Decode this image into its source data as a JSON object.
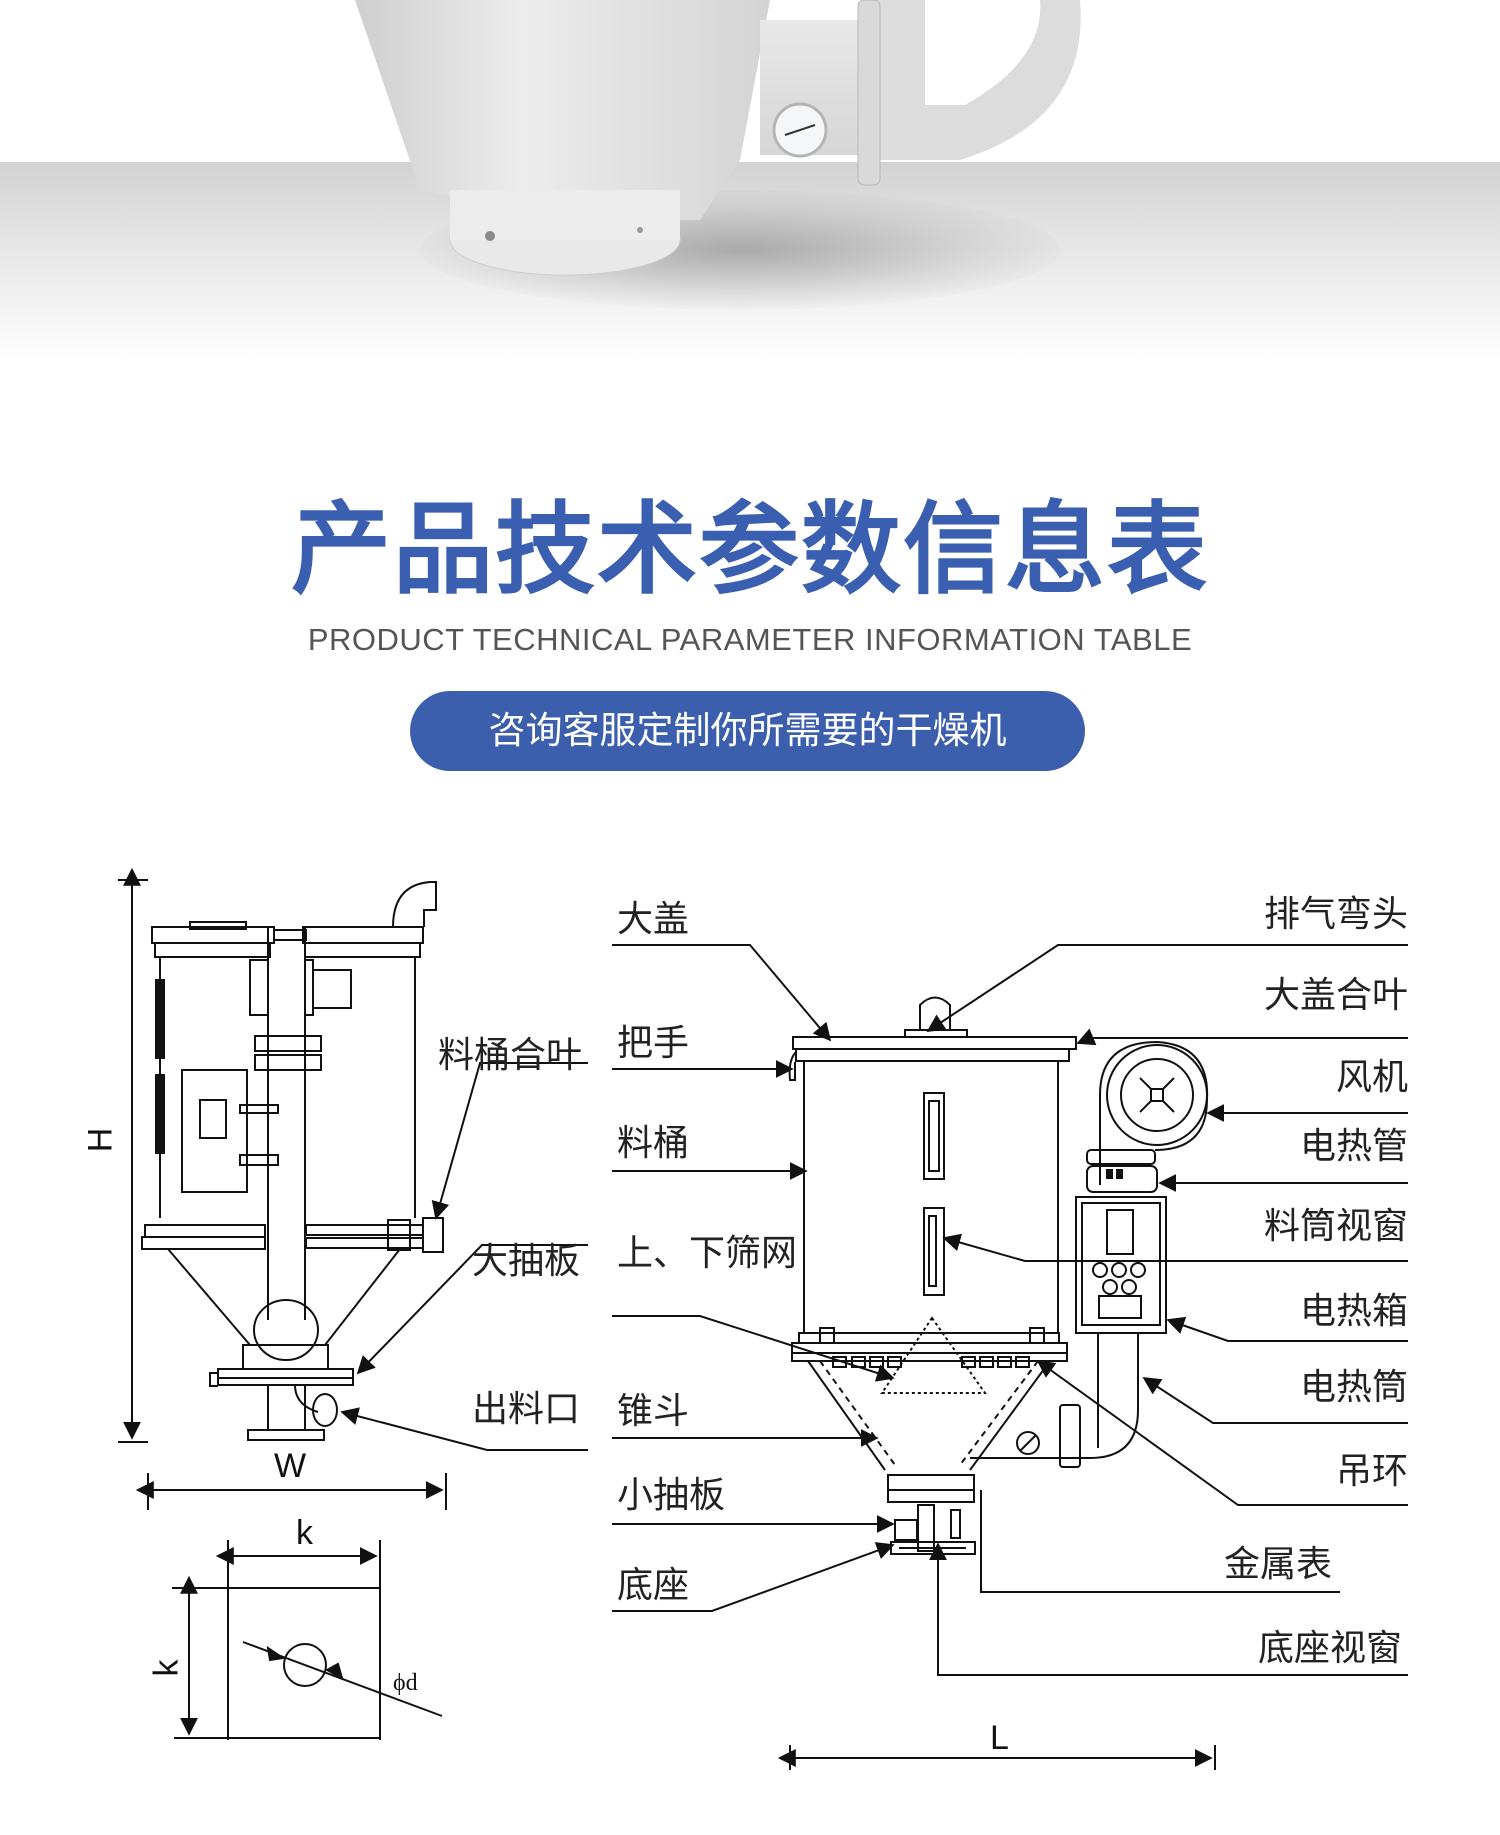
{
  "hero": {
    "image": "product-photo-dryer-bottom-with-thermometer"
  },
  "header": {
    "title": "产品技术参数信息表",
    "subtitle": "PRODUCT TECHNICAL PARAMETER INFORMATION TABLE",
    "cta_label": "咨询客服定制你所需要的干燥机",
    "accent_color": "#3c5fad"
  },
  "side_view": {
    "labels": [
      "料桶合叶",
      "大抽板",
      "出料口"
    ],
    "dimensions": {
      "height": "H",
      "width": "W"
    }
  },
  "base_view": {
    "dimensions": {
      "side_horizontal": "k",
      "side_vertical": "k",
      "hole": "ϕd"
    }
  },
  "front_view": {
    "left_labels": [
      "大盖",
      "把手",
      "料桶",
      "上、下筛网",
      "锥斗",
      "小抽板",
      "底座"
    ],
    "right_labels": [
      "排气弯头",
      "大盖合叶",
      "风机",
      "电热管",
      "料筒视窗",
      "电热箱",
      "电热筒",
      "吊环",
      "金属表",
      "底座视窗"
    ],
    "dimensions": {
      "length": "L"
    }
  }
}
